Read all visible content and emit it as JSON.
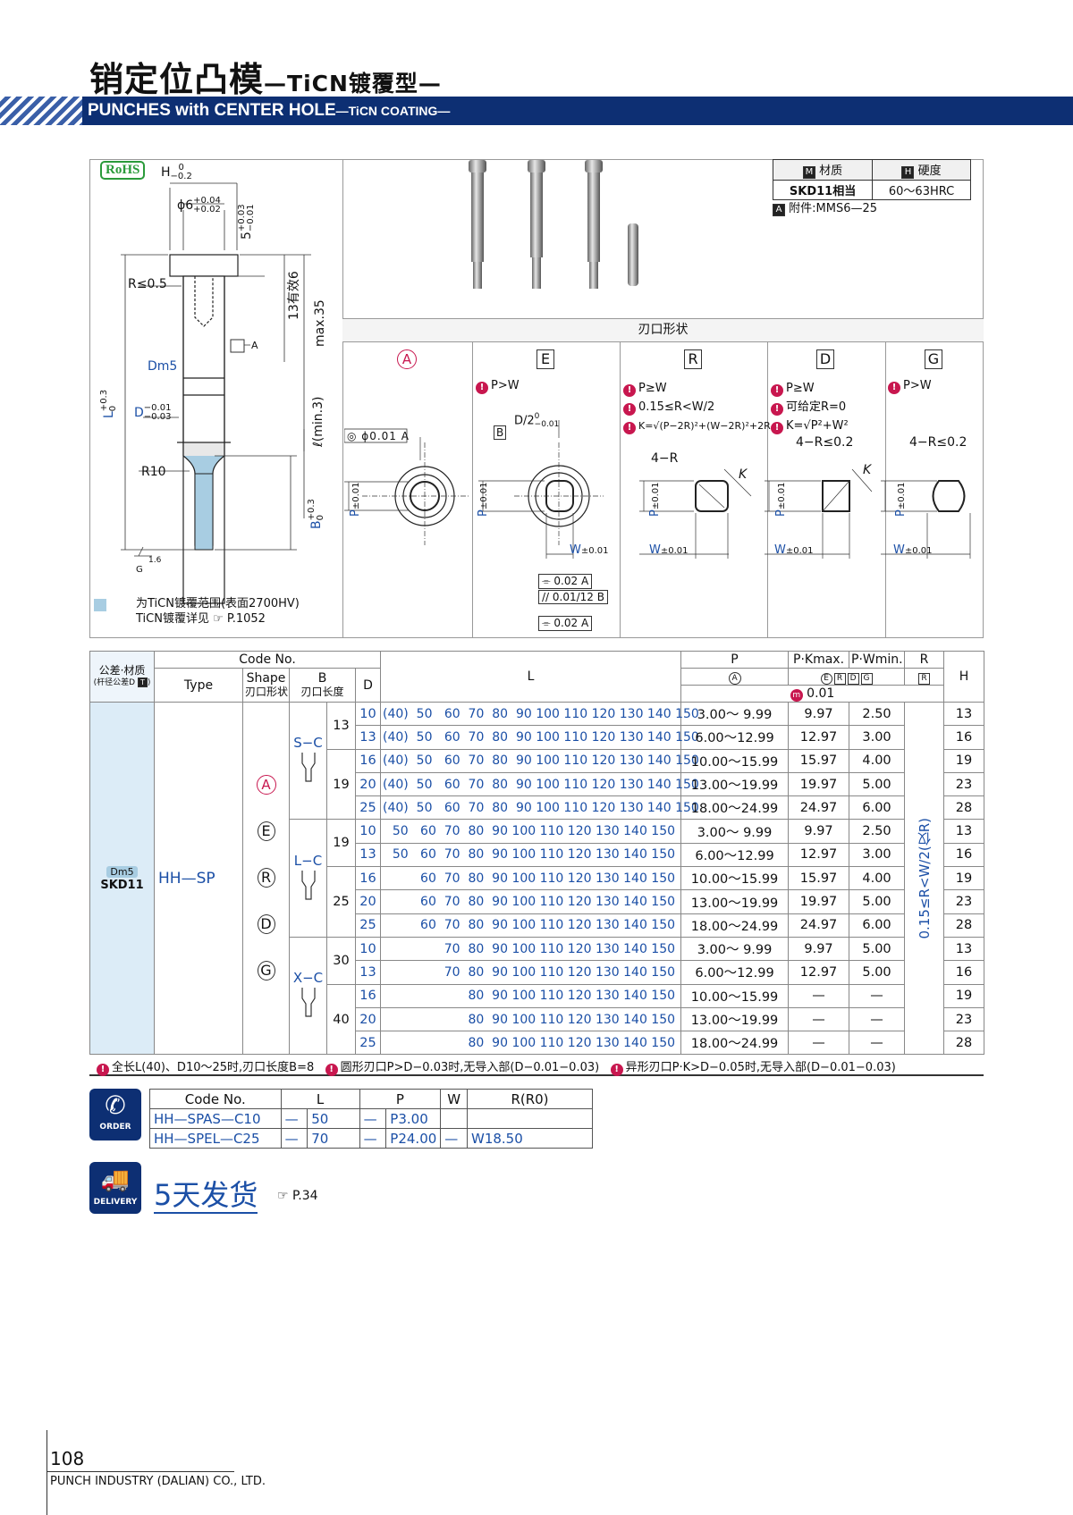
{
  "header": {
    "title_cn": "销定位凸模",
    "title_suffix": "—TiCN镀覆型—",
    "title_en": "PUNCHES with CENTER HOLE",
    "title_en_suffix": "—TiCN COATING—"
  },
  "drawing": {
    "rohs": "RoHS",
    "dim_h": "H",
    "dim_h_tol_top": "0",
    "dim_h_tol_bot": "−0.2",
    "phi6": "ϕ6",
    "phi6_tol_top": "+0.04",
    "phi6_tol_bot": "+0.02",
    "dim5": "5",
    "dim5_tol_top": "+0.03",
    "dim5_tol_bot": "−0.01",
    "r05": "R≤0.5",
    "eff13": "13有效6",
    "max35": "max.35",
    "ref_a": "A",
    "dm5": "Dm5",
    "L": "L",
    "L_tol_top": "+0.3",
    "L_tol_bot": "0",
    "D": "D",
    "D_tol_top": "−0.01",
    "D_tol_bot": "−0.03",
    "ell": "ℓ(min.3)",
    "r10": "R10",
    "B": "B",
    "B_tol_top": "+0.3",
    "B_tol_bot": "0",
    "G": "G",
    "roughness": "1.6",
    "legend_text": "为TiCN镀覆范围(表面2700HV)",
    "legend_text2": "TiCN镀覆详见",
    "legend_ref": "P.1052"
  },
  "spec": {
    "h_material": "材质",
    "h_hardness": "硬度",
    "m_icon": "M",
    "h_icon": "H",
    "material": "SKD11相当",
    "hardness": "60～63HRC",
    "accessory_icon": "A",
    "accessory": "附件:MMS6—25"
  },
  "shapes": {
    "title": "刃口形状",
    "items": [
      {
        "label": "A",
        "conds": [],
        "tol_box": "◎ ϕ0.01 A",
        "p": "P",
        "p_tol": "±0.01"
      },
      {
        "label": "E",
        "conds": [
          "P>W"
        ],
        "d2": "D/2",
        "d2_tol_top": "0",
        "d2_tol_bot": "−0.01",
        "ref_b": "B",
        "p": "P",
        "p_tol": "±0.01",
        "w": "W",
        "w_tol": "±0.01",
        "frames": [
          "⌯ 0.02 A",
          "// 0.01/12 B",
          "⌯ 0.02 A"
        ]
      },
      {
        "label": "R",
        "conds": [
          "P≥W",
          "0.15≤R<W/2",
          "K=√(P−2R)²+(W−2R)²+2R"
        ],
        "corner": "4−R",
        "k": "K",
        "p": "P",
        "p_tol": "±0.01",
        "w": "W",
        "w_tol": "±0.01"
      },
      {
        "label": "D",
        "conds": [
          "P≥W",
          "可给定R=0",
          "K=√P²+W²"
        ],
        "corner": "4−R≤0.2",
        "k": "K",
        "p": "P",
        "p_tol": "±0.01",
        "w": "W",
        "w_tol": "±0.01"
      },
      {
        "label": "G",
        "conds": [
          "P>W"
        ],
        "corner": "4−R≤0.2",
        "p": "P",
        "p_tol": "±0.01",
        "w": "W",
        "w_tol": "±0.01"
      }
    ]
  },
  "table": {
    "h_tol_mat": "公差·材质",
    "h_tol_sub": "(杆径公差D",
    "h_tol_icon": "T",
    "h_code": "Code No.",
    "h_type": "Type",
    "h_shape": "Shape",
    "h_shape_sub": "刃口形状",
    "h_B": "B",
    "h_B_sub": "刃口长度",
    "h_D": "D",
    "h_L": "L",
    "h_P": "P",
    "h_PK": "P·Kmax.",
    "h_PW": "P·Wmin.",
    "h_R": "R",
    "h_H": "H",
    "h_P_shape": "A",
    "h_PK_shapes": [
      "E",
      "R",
      "D",
      "G"
    ],
    "h_R_shape": "R",
    "h_unit_icon": "m",
    "h_unit": "0.01",
    "dm5": "Dm5",
    "material": "SKD11",
    "type": "HH—SP",
    "shape_codes": [
      "A",
      "E",
      "R",
      "D",
      "G"
    ],
    "r_range": "0.15≤R<W/2(仅R)",
    "groups": [
      {
        "name": "S−C",
        "b": [
          {
            "v": "13",
            "rows": 2
          },
          {
            "v": "19",
            "rows": 3
          }
        ]
      },
      {
        "name": "L−C",
        "b": [
          {
            "v": "19",
            "rows": 2
          },
          {
            "v": "25",
            "rows": 3
          }
        ]
      },
      {
        "name": "X−C",
        "b": [
          {
            "v": "30",
            "rows": 2
          },
          {
            "v": "40",
            "rows": 3
          }
        ]
      }
    ],
    "rows": [
      {
        "d": "10",
        "l": "(40)  50   60  70  80  90 100 110 120 130 140 150",
        "p": "3.00～ 9.99",
        "pk": "9.97",
        "pw": "2.50",
        "h": "13"
      },
      {
        "d": "13",
        "l": "(40)  50   60  70  80  90 100 110 120 130 140 150",
        "p": "6.00～12.99",
        "pk": "12.97",
        "pw": "3.00",
        "h": "16"
      },
      {
        "d": "16",
        "l": "(40)  50   60  70  80  90 100 110 120 130 140 150",
        "p": "10.00～15.99",
        "pk": "15.97",
        "pw": "4.00",
        "h": "19"
      },
      {
        "d": "20",
        "l": "(40)  50   60  70  80  90 100 110 120 130 140 150",
        "p": "13.00～19.99",
        "pk": "19.97",
        "pw": "5.00",
        "h": "23"
      },
      {
        "d": "25",
        "l": "(40)  50   60  70  80  90 100 110 120 130 140 150",
        "p": "18.00～24.99",
        "pk": "24.97",
        "pw": "6.00",
        "h": "28"
      },
      {
        "d": "10",
        "l": "50   60  70  80  90 100 110 120 130 140 150",
        "p": "3.00～ 9.99",
        "pk": "9.97",
        "pw": "2.50",
        "h": "13"
      },
      {
        "d": "13",
        "l": "50   60  70  80  90 100 110 120 130 140 150",
        "p": "6.00～12.99",
        "pk": "12.97",
        "pw": "3.00",
        "h": "16"
      },
      {
        "d": "16",
        "l": "60  70  80  90 100 110 120 130 140 150",
        "p": "10.00～15.99",
        "pk": "15.97",
        "pw": "4.00",
        "h": "19"
      },
      {
        "d": "20",
        "l": "60  70  80  90 100 110 120 130 140 150",
        "p": "13.00～19.99",
        "pk": "19.97",
        "pw": "5.00",
        "h": "23"
      },
      {
        "d": "25",
        "l": "60  70  80  90 100 110 120 130 140 150",
        "p": "18.00～24.99",
        "pk": "24.97",
        "pw": "6.00",
        "h": "28"
      },
      {
        "d": "10",
        "l": "70  80  90 100 110 120 130 140 150",
        "p": "3.00～ 9.99",
        "pk": "9.97",
        "pw": "5.00",
        "h": "13"
      },
      {
        "d": "13",
        "l": "70  80  90 100 110 120 130 140 150",
        "p": "6.00～12.99",
        "pk": "12.97",
        "pw": "5.00",
        "h": "16"
      },
      {
        "d": "16",
        "l": "80  90 100 110 120 130 140 150",
        "p": "10.00～15.99",
        "pk": "—",
        "pw": "—",
        "h": "19"
      },
      {
        "d": "20",
        "l": "80  90 100 110 120 130 140 150",
        "p": "13.00～19.99",
        "pk": "—",
        "pw": "—",
        "h": "23"
      },
      {
        "d": "25",
        "l": "80  90 100 110 120 130 140 150",
        "p": "18.00～24.99",
        "pk": "—",
        "pw": "—",
        "h": "28"
      }
    ],
    "notes": [
      "全长L(40)、D10～25时,刃口长度B=8",
      "圆形刃口P>D−0.03时,无导入部(D−0.01−0.03)",
      "异形刃口P·K>D−0.05时,无导入部(D−0.01−0.03)"
    ]
  },
  "order": {
    "icon_label": "ORDER",
    "headers": [
      "Code No.",
      "L",
      "P",
      "W",
      "R(R0)"
    ],
    "rows": [
      [
        "HH—SPAS—C10",
        "—",
        "50",
        "—",
        "P3.00",
        "",
        ""
      ],
      [
        "HH—SPEL—C25",
        "—",
        "70",
        "—",
        "P24.00",
        "—",
        "W18.50"
      ]
    ]
  },
  "delivery": {
    "icon_label": "DELIVERY",
    "text": "5天发货",
    "ref": "P.34"
  },
  "footer": {
    "page": "108",
    "company": "PUNCH INDUSTRY (DALIAN) CO., LTD."
  }
}
